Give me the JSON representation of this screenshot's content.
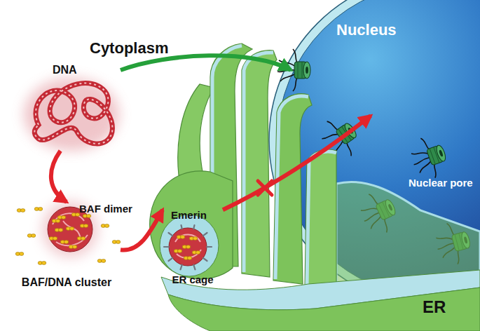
{
  "diagram": {
    "nodes": [
      {
        "text": [
          "DNA"
        ]
      },
      {
        "text": [
          "BAF/DNA cluster"
        ]
      },
      {
        "text": [
          "ER cage"
        ]
      },
      {
        "text": [
          "Nucleus"
        ]
      }
    ],
    "edges": [
      {
        "from": 0,
        "to": 1,
        "arrow": "to"
      },
      {
        "from": 1,
        "to": 2,
        "arrow": "to"
      },
      {
        "from": 0,
        "to": 3,
        "arrow": "to"
      },
      {
        "from": 2,
        "to": 3,
        "arrow": "to"
      }
    ],
    "labels": [
      "Cytoplasm",
      "BAF dimer",
      "Emerin",
      "Nuclear pore",
      "ER"
    ]
  }
}
